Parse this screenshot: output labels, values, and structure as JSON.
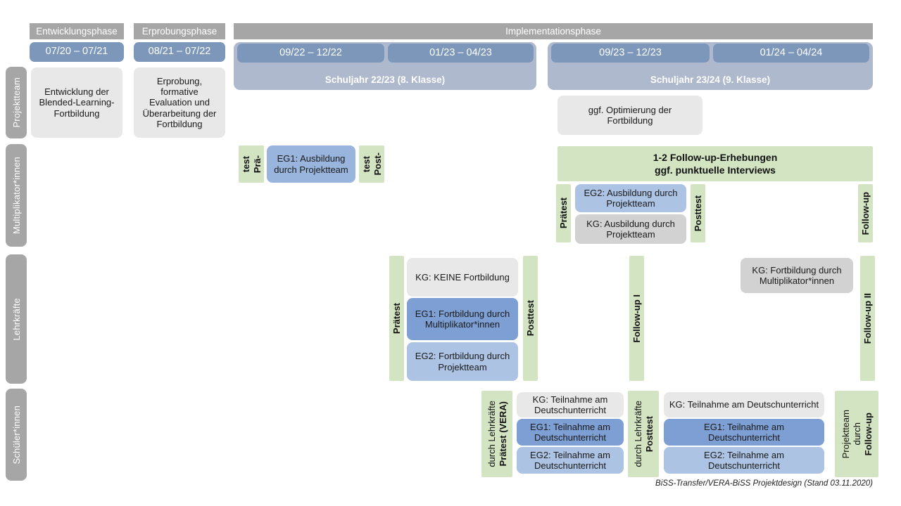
{
  "title": "BiSS-Transfer/VERA-BiSS Projektdesign",
  "colors": {
    "grey_header": "#a6a6a6",
    "date_chip_blue": "#7d97bb",
    "schuljahr_band": "#aeb9ce",
    "green_test": "#d3e4c3",
    "grey_box": "#e8e8e8",
    "grey_box_alt": "#d2d2d2",
    "blue_dark": "#7d9fd4",
    "blue_mid": "#9ab5dd",
    "blue_light": "#adc3e4"
  },
  "phases": [
    {
      "name": "entwicklungsphase",
      "label": "Entwicklungsphase"
    },
    {
      "name": "erprobungsphase",
      "label": "Erprobungsphase"
    },
    {
      "name": "implementationsphase",
      "label": "Implementationsphase"
    }
  ],
  "date_chips": [
    {
      "name": "date-07-20-07-21",
      "label": "07/20 – 07/21"
    },
    {
      "name": "date-08-21-07-22",
      "label": "08/21 – 07/22"
    },
    {
      "name": "date-09-22-12-22",
      "label": "09/22 – 12/22"
    },
    {
      "name": "date-01-23-04-23",
      "label": "01/23 – 04/23"
    },
    {
      "name": "date-09-23-12-23",
      "label": "09/23 – 12/23"
    },
    {
      "name": "date-01-24-04-24",
      "label": "01/24 – 04/24"
    }
  ],
  "schuljahre": [
    {
      "name": "schuljahr-22-23",
      "label": "Schuljahr 22/23 (8. Klasse)"
    },
    {
      "name": "schuljahr-23-24",
      "label": "Schuljahr 23/24 (9. Klasse)"
    }
  ],
  "rails": [
    {
      "name": "rail-projektteam",
      "label": "Projektteam"
    },
    {
      "name": "rail-multiplikatorinnen",
      "label": "Multiplikator*innen"
    },
    {
      "name": "rail-lehrkraefte",
      "label": "Lehrkräfte"
    },
    {
      "name": "rail-schuelerinnen",
      "label": "Schüler*innen"
    }
  ],
  "projektteam": {
    "entwicklung": "Entwicklung der Blended-Learning-Fortbildung",
    "erprobung": "Erprobung, formative Evaluation und Überarbeitung der Fortbildung",
    "optimierung": "ggf. Optimierung der Fortbildung"
  },
  "multiplikator": {
    "praetest_line1": "Prä-",
    "praetest_line2": "test",
    "posttest_line1": "Post-",
    "posttest_line2": "test",
    "eg1": "EG1: Ausbildung durch Projektteam",
    "followup_banner_line1": "1-2 Follow-up-Erhebungen",
    "followup_banner_line2": "ggf. punktuelle Interviews",
    "praetest2": "Prätest",
    "posttest2": "Posttest",
    "followup": "Follow-up",
    "eg2": "EG2:  Ausbildung durch Projektteam",
    "kg": "KG: Ausbildung durch Projektteam"
  },
  "lehrkraefte": {
    "praetest": "Prätest",
    "posttest": "Posttest",
    "followup_1": "Follow-up I",
    "followup_2": "Follow-up II",
    "kg_keine": "KG:  KEINE Fortbildung",
    "eg1": "EG1: Fortbildung durch Multiplikator*innen",
    "eg2": "EG2: Fortbildung durch Projektteam",
    "kg_multi": "KG: Fortbildung durch Multiplikator*innen"
  },
  "schuelerinnen": {
    "praetest_bold": "Prätest (VERA)",
    "praetest_reg": "durch Lehrkräfte",
    "posttest_bold": "Posttest",
    "posttest_reg": "durch Lehrkräfte",
    "followup_bold": "Follow-up",
    "followup_reg1": "durch",
    "followup_reg2": "Projektteam",
    "left_boxes": [
      {
        "name": "kg",
        "label": "KG: Teilnahme am Deutschunterricht"
      },
      {
        "name": "eg1",
        "label": "EG1: Teilnahme am Deutschunterricht"
      },
      {
        "name": "eg2",
        "label": "EG2: Teilnahme am Deutschunterricht"
      }
    ],
    "right_boxes": [
      {
        "name": "kg",
        "label": "KG: Teilnahme am Deutschunterricht"
      },
      {
        "name": "eg1",
        "label": "EG1: Teilnahme am Deutschunterricht"
      },
      {
        "name": "eg2",
        "label": "EG2: Teilnahme am Deutschunterricht"
      }
    ]
  },
  "footer": "BiSS-Transfer/VERA-BiSS Projektdesign (Stand 03.11.2020)"
}
